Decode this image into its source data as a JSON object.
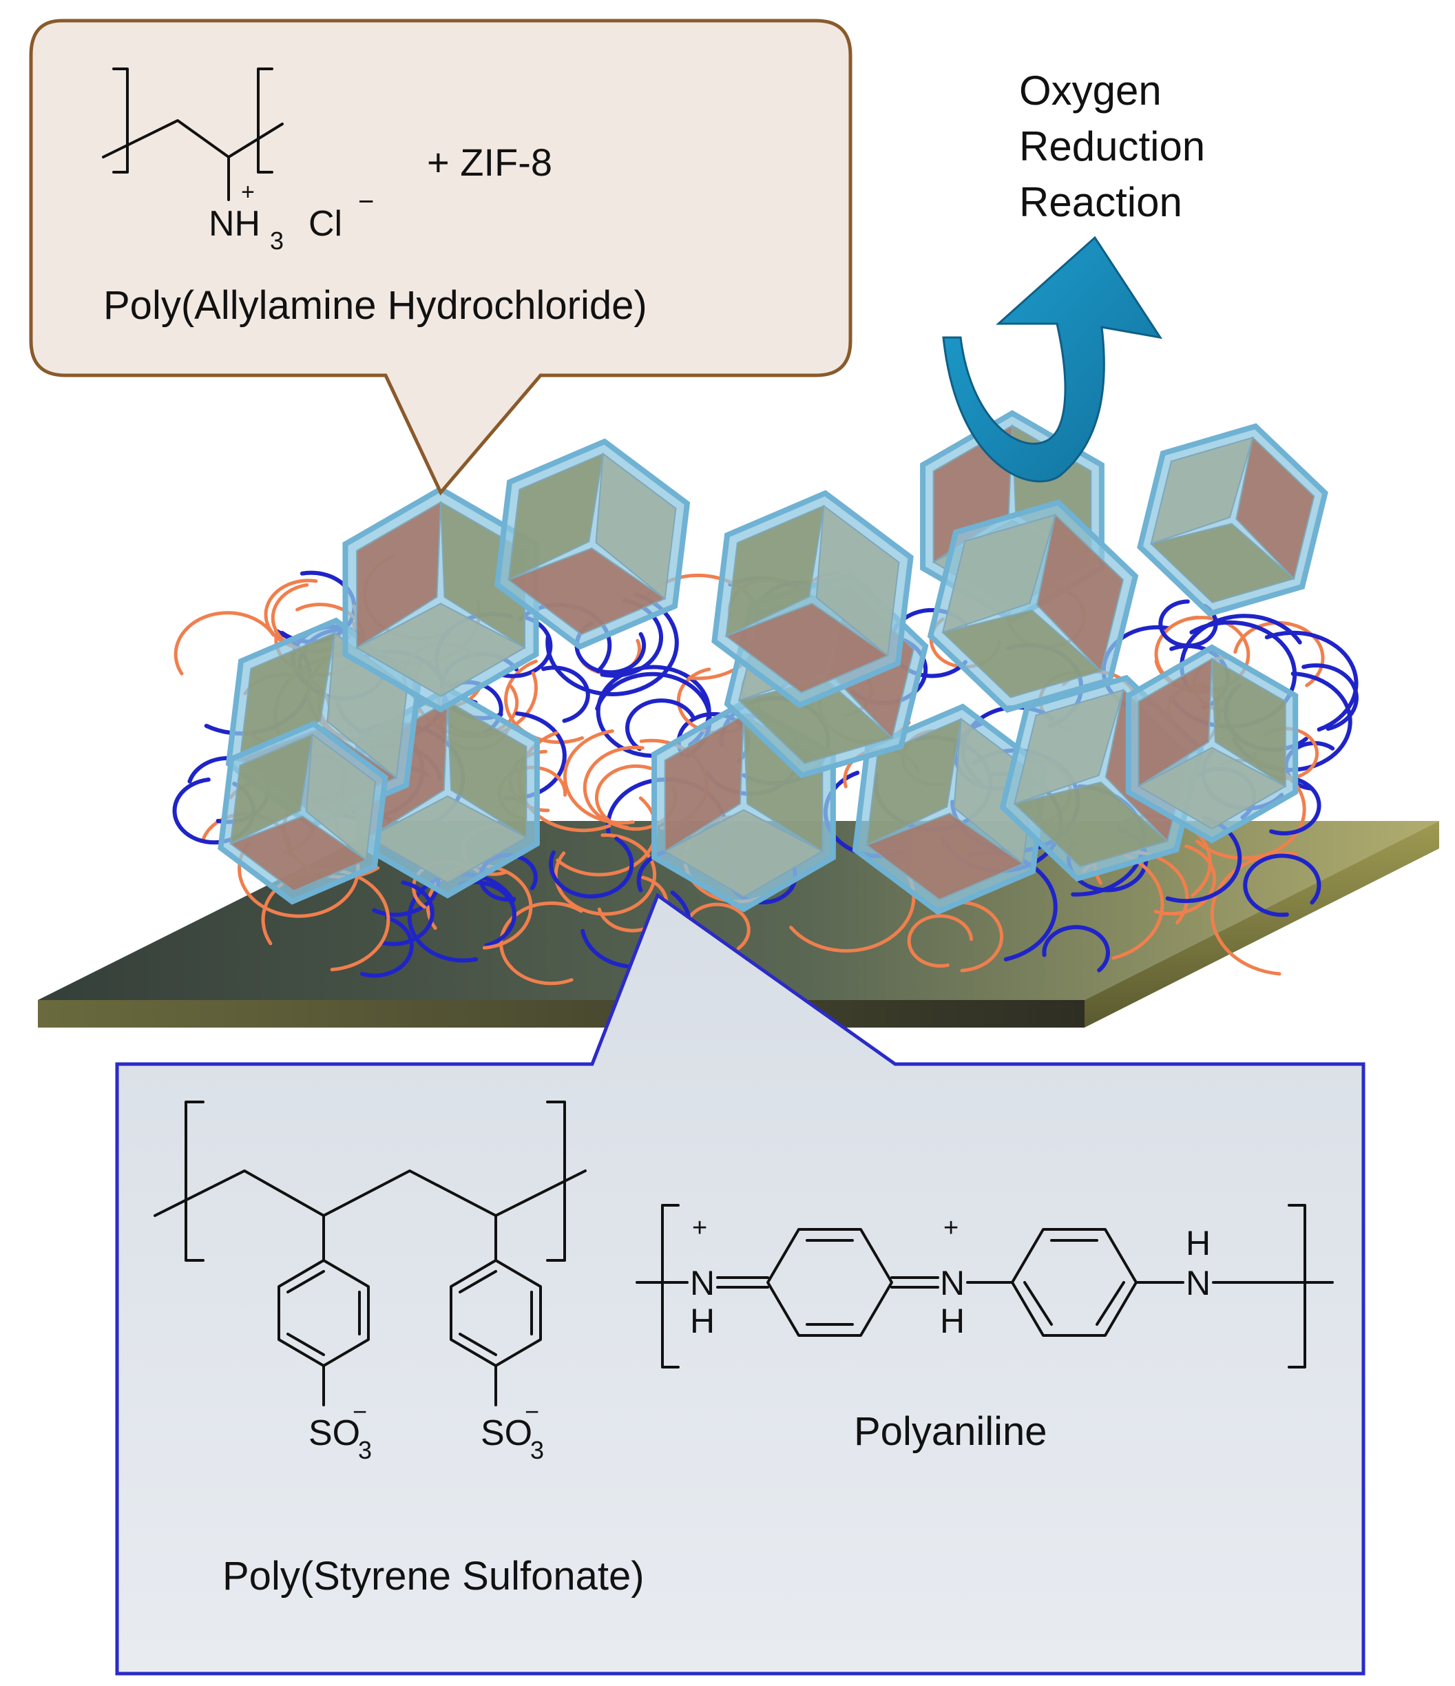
{
  "top_callout": {
    "plus_sign": "+",
    "amine_n": "NH",
    "amine_sub": "3",
    "chloride": "Cl",
    "minus_sign": "−",
    "additive": "+ ZIF-8",
    "name": "Poly(Allylamine Hydrochloride)"
  },
  "reaction_label": {
    "line1": "Oxygen",
    "line2": "Reduction",
    "line3": "Reaction"
  },
  "bottom_callout": {
    "pss": {
      "group": "SO",
      "group_sub": "3",
      "charge": "−",
      "name": "Poly(Styrene Sulfonate)"
    },
    "pani": {
      "name": "Polyaniline",
      "n": "N",
      "h": "H",
      "plus": "+"
    }
  },
  "colors": {
    "top_callout_fill": "#f1e8e2",
    "top_callout_border": "#8a5a2b",
    "bottom_callout_fill": "#e1e6ed",
    "bottom_callout_border": "#2b2bc8",
    "arrow": "#1a86b8",
    "chain_blue": "#1f24c8",
    "chain_orange": "#f07f4d",
    "crystal_shell": "#8fc7e0",
    "substrate_top": "#4e5a4c"
  }
}
